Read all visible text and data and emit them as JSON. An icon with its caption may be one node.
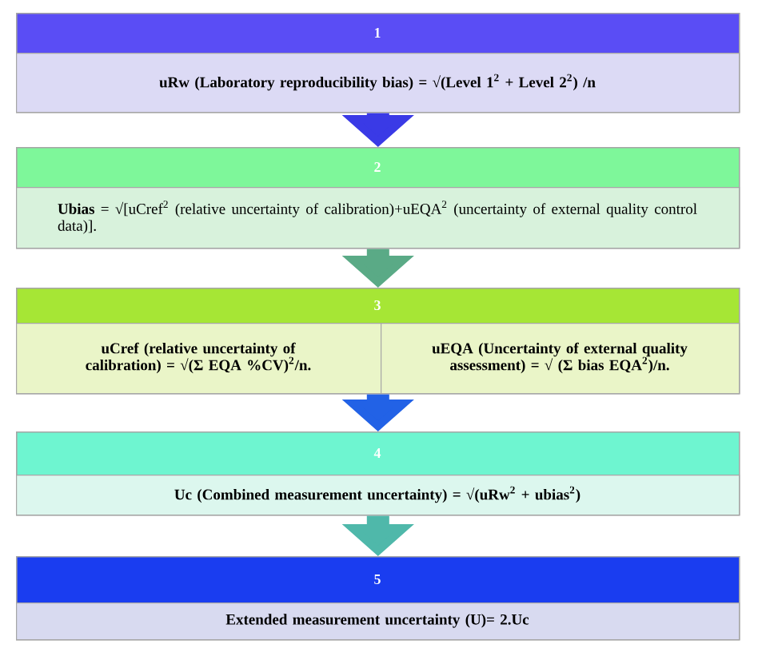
{
  "diagram": {
    "nodes": [
      {
        "text": [
          "1"
        ]
      },
      {
        "text": [
          "uRw (Laboratory reproducibility bias) = √(Level 1$^{2}$ + Level 2$^{2}$) /n"
        ],
        "in": 0
      },
      {
        "text": [
          "2"
        ]
      },
      {
        "text": [
          "**Ubias** = √[uCref$^{2}$ (relative uncertainty of calibration)+uEQA$^{2}$ (uncertainty of external quality control data)]."
        ],
        "in": 2
      },
      {
        "text": [
          "3"
        ]
      },
      {
        "text": [
          "uCref (relative uncertainty of calibration) = √(Σ EQA %CV)$^{2}$/n."
        ],
        "in": 4
      },
      {
        "text": [
          "uEQA (Uncertainty of external quality assessment) = √ (Σ bias EQA$^{2}$)/n."
        ],
        "in": 4
      },
      {
        "text": [
          "4"
        ]
      },
      {
        "text": [
          "Uc (Combined measurement uncertainty) = √(uRw$^{2}$ + ubias$^{2}$)"
        ],
        "in": 7
      },
      {
        "text": [
          "5"
        ]
      },
      {
        "text": [
          "Extended measurement uncertainty (U)= 2.Uc"
        ],
        "in": 9
      }
    ],
    "edges": [
      {
        "from": 0,
        "to": 2,
        "arrow": "to",
        "color": "#3a3ae6"
      },
      {
        "from": 2,
        "to": 4,
        "arrow": "to",
        "color": "#5aaa86"
      },
      {
        "from": 4,
        "to": 7,
        "arrow": "to",
        "color": "#2262e6"
      },
      {
        "from": 7,
        "to": 9,
        "arrow": "to",
        "color": "#4fb8aa"
      }
    ]
  }
}
